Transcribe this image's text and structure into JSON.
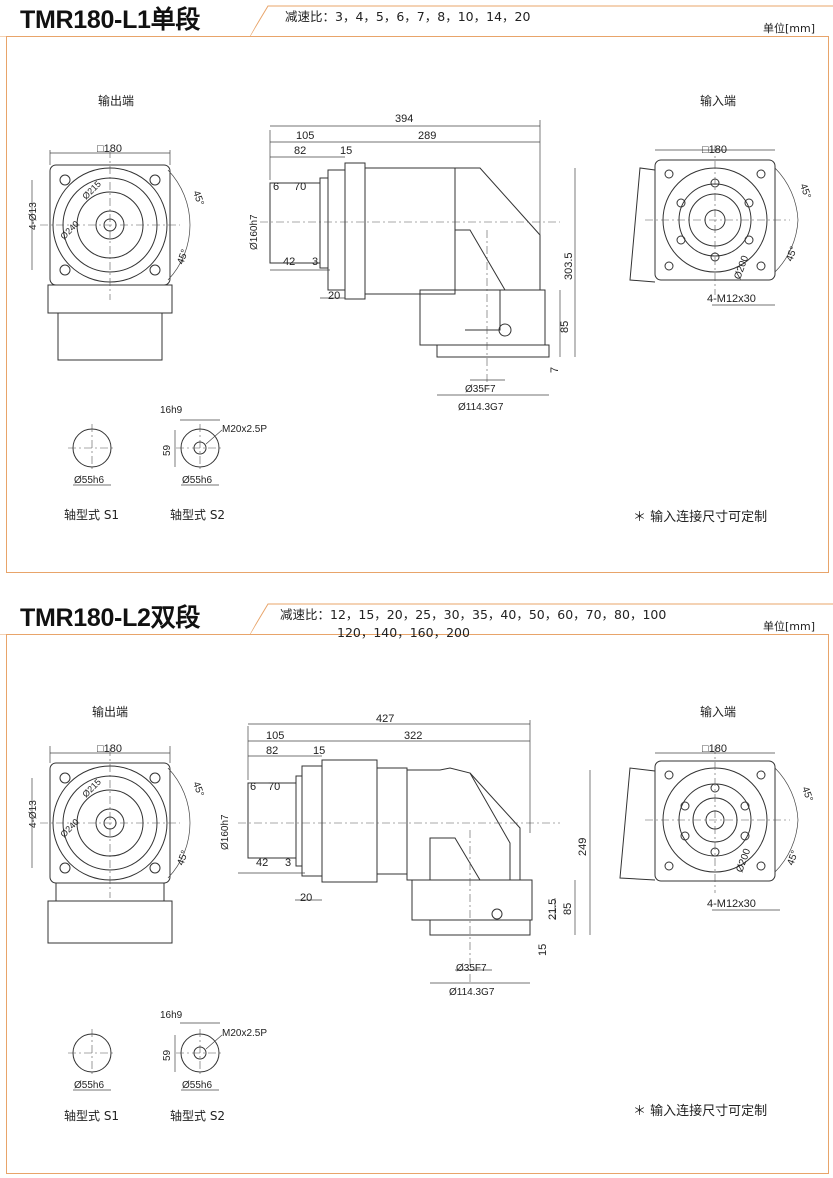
{
  "panels": [
    {
      "title": "TMR180-L1单段",
      "ratio_label": "减速比：3，4，5，6，7，8，10，14，20",
      "ratio_label_2": "",
      "unit": "单位[mm]",
      "output_label": "输出端",
      "input_label": "输入端",
      "shaft_s1": "轴型式 S1",
      "shaft_s2": "轴型式 S2",
      "note": "＊ 输入连接尺寸可定制",
      "dims": {
        "square": "□180",
        "holes": "4-Ø13",
        "pcd215": "Ø215",
        "d240": "Ø240",
        "a45a": "45°",
        "a45b": "45°",
        "total": "394",
        "d105": "105",
        "d289": "289",
        "d82": "82",
        "d15": "15",
        "d6": "6",
        "d70": "70",
        "d160": "Ø160h7",
        "d42": "42",
        "d3": "3",
        "d20": "20",
        "h303": "303.5",
        "h85": "85",
        "h7": "7",
        "d35": "Ø35F7",
        "d114": "Ø114.3G7",
        "in_square": "□180",
        "in_d200": "Ø200",
        "in_a45a": "45°",
        "in_a45b": "45°",
        "in_holes": "4-M12x30",
        "key16": "16h9",
        "thread": "M20x2.5P",
        "h59": "59",
        "s1_d": "Ø55h6",
        "s2_d": "Ø55h6"
      }
    },
    {
      "title": "TMR180-L2双段",
      "ratio_label": "减速比：12，15，20，25，30，35，40，50，60，70，80，100",
      "ratio_label_2": "120，140，160，200",
      "unit": "单位[mm]",
      "output_label": "输出端",
      "input_label": "输入端",
      "shaft_s1": "轴型式 S1",
      "shaft_s2": "轴型式 S2",
      "note": "＊ 输入连接尺寸可定制",
      "dims": {
        "square": "□180",
        "holes": "4-Ø13",
        "pcd215": "Ø215",
        "d240": "Ø240",
        "a45a": "45°",
        "a45b": "45°",
        "total": "427",
        "d105": "105",
        "d289": "322",
        "d82": "82",
        "d15": "15",
        "d6": "6",
        "d70": "70",
        "d160": "Ø160h7",
        "d42": "42",
        "d3": "3",
        "d20": "20",
        "h303": "249",
        "h85": "85",
        "h7": "15",
        "h21": "21.5",
        "d35": "Ø35F7",
        "d114": "Ø114.3G7",
        "in_square": "□180",
        "in_d200": "Ø200",
        "in_a45a": "45°",
        "in_a45b": "45°",
        "in_holes": "4-M12x30",
        "key16": "16h9",
        "thread": "M20x2.5P",
        "h59": "59",
        "s1_d": "Ø55h6",
        "s2_d": "Ø55h6"
      }
    }
  ]
}
